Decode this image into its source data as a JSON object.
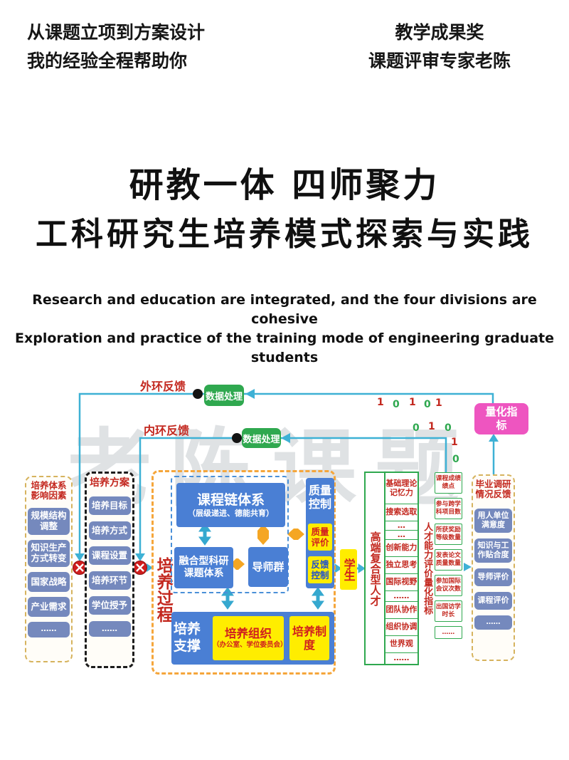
{
  "header": {
    "left_line1": "从课题立项到方案设计",
    "left_line2": "我的经验全程帮助你",
    "right_line1": "教学成果奖",
    "right_line2": "课题评审专家老陈"
  },
  "title": {
    "line1": "研教一体 四师聚力",
    "line2": "工科研究生培养模式探索与实践"
  },
  "subtitle": {
    "line1": "Research and education are integrated, and the four divisions are cohesive",
    "line2": "Exploration and practice of the training mode of engineering graduate students"
  },
  "watermark": "老陈课题",
  "colors": {
    "item_blue": "#7589bd",
    "process_blue": "#4a7fd4",
    "green": "#2fa84f",
    "pink": "#ee55c0",
    "yellow": "#ffed00",
    "red": "#c3281f",
    "cyan": "#3eb1d5",
    "orange": "#f5a623"
  },
  "diagram": {
    "outer_feedback_label": "外环反馈",
    "inner_feedback_label": "内环反馈",
    "data_processing_outer": "数据处理",
    "data_processing_inner": "数据处理",
    "quant_indicator": "量化指标",
    "binary_top": [
      "1",
      "0",
      "1",
      "0",
      "1"
    ],
    "binary_mid": [
      "0",
      "1",
      "0"
    ],
    "binary_side": [
      "1",
      "0"
    ],
    "factors": {
      "title": "培养体系影响因素",
      "items": [
        "规模结构调整",
        "知识生产方式转变",
        "国家战略",
        "产业需求",
        "……"
      ]
    },
    "plan": {
      "title": "培养方案",
      "items": [
        "培养目标",
        "培养方式",
        "课程设置",
        "培养环节",
        "学位授予",
        "……"
      ]
    },
    "process": {
      "label": "培养过程",
      "course_chain_line1": "课程链体系",
      "course_chain_line2": "（层级递进、德能共育）",
      "research_topics": "融合型科研课题体系",
      "mentor_group": "导师群",
      "quality_control": "质量控制",
      "quality_eval": "质量评价",
      "feedback_control": "反馈控制",
      "support": "培养支撑",
      "organization_line1": "培养组织",
      "organization_line2": "（办公室、学位委员会）",
      "system": "培养制度"
    },
    "student": "学生",
    "talent": {
      "label": "高端复合型人才",
      "items": [
        "基础理论记忆力",
        "搜索选取",
        "…",
        "…",
        "创新能力",
        "独立思考",
        "国际视野",
        "……",
        "团队协作",
        "组织协调",
        "世界观",
        "……"
      ]
    },
    "metrics": {
      "label": "人才能力评价量化指标",
      "items": [
        "课程成绩绩点",
        "参与跨学科项目数",
        "所获奖励等级数量",
        "发表论文质量数量",
        "参加国际会议次数",
        "出国访学时长",
        "……"
      ]
    },
    "survey": {
      "title": "毕业调研情况反馈",
      "items": [
        "用人单位满意度",
        "知识与工作贴合度",
        "导师评价",
        "课程评价",
        "……"
      ]
    }
  }
}
